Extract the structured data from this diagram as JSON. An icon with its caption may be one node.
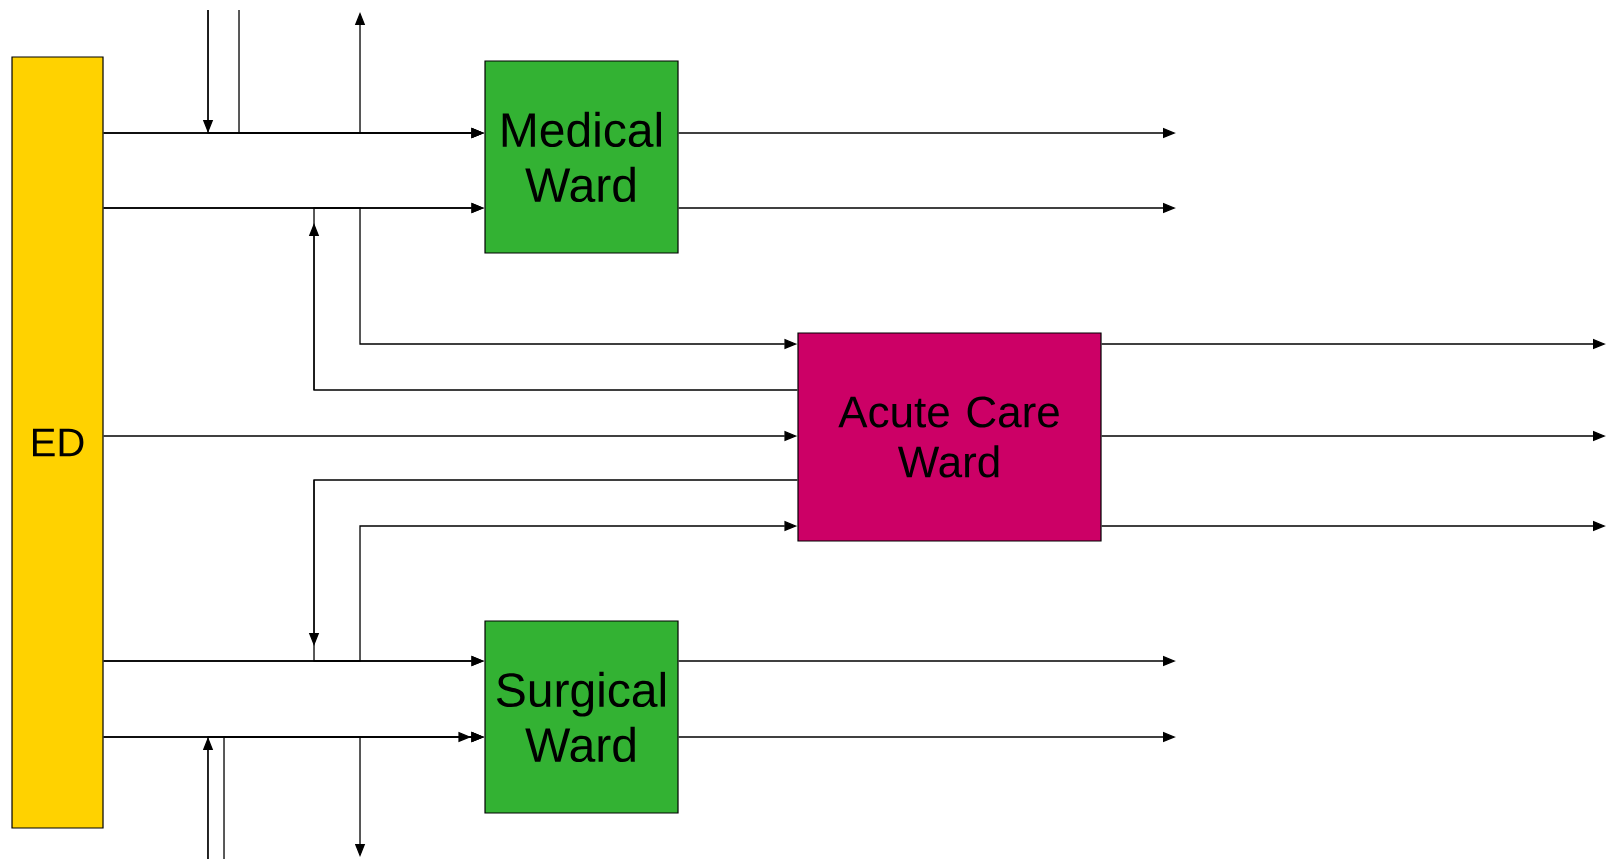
{
  "diagram": {
    "nodes": [
      {
        "text": [
          "ED"
        ]
      },
      {
        "text": [
          "Medical Ward"
        ]
      },
      {
        "text": [
          "Acute Care Ward"
        ]
      },
      {
        "text": [
          "Surgical Ward"
        ]
      }
    ],
    "edges": [
      {
        "from": 0,
        "to": 1,
        "arrow": "to"
      },
      {
        "from": null,
        "to": 1,
        "arrow": "to"
      },
      {
        "from": null,
        "to": 1,
        "arrow": "to"
      },
      {
        "from": 0,
        "to": null,
        "arrow": "to"
      },
      {
        "from": 0,
        "to": 1,
        "arrow": "to"
      },
      {
        "from": 0,
        "to": 2,
        "arrow": "to"
      },
      {
        "from": 2,
        "to": 1,
        "arrow": "to"
      },
      {
        "from": 0,
        "to": 2,
        "arrow": "to"
      },
      {
        "from": 2,
        "to": 3,
        "arrow": "to"
      },
      {
        "from": 0,
        "to": 3,
        "arrow": "to"
      },
      {
        "from": 0,
        "to": 2,
        "arrow": "to"
      },
      {
        "from": 0,
        "to": 3,
        "arrow": "to"
      },
      {
        "from": null,
        "to": 3,
        "arrow": "to"
      },
      {
        "from": null,
        "to": 3,
        "arrow": "to"
      },
      {
        "from": 0,
        "to": null,
        "arrow": "to"
      },
      {
        "from": 1,
        "to": null,
        "arrow": "to"
      },
      {
        "from": 1,
        "to": null,
        "arrow": "to"
      },
      {
        "from": 2,
        "to": null,
        "arrow": "to"
      },
      {
        "from": 2,
        "to": null,
        "arrow": "to"
      },
      {
        "from": 2,
        "to": null,
        "arrow": "to"
      },
      {
        "from": 3,
        "to": null,
        "arrow": "to"
      },
      {
        "from": 3,
        "to": null,
        "arrow": "to"
      }
    ]
  }
}
